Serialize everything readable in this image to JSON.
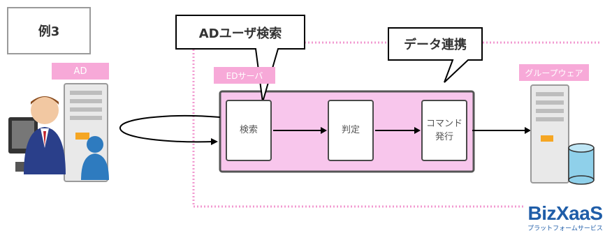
{
  "example_label": "例3",
  "callouts": {
    "ad_user_search": "ADユーザ検索",
    "data_integration": "データ連携"
  },
  "tags": {
    "ad": "AD",
    "ed_server": "EDサーバ",
    "groupware": "グループウェア"
  },
  "stages": {
    "search": "検索",
    "judge": "判定",
    "command_line1": "コマンド",
    "command_line2": "発行"
  },
  "logo": {
    "name": "BizXaaS",
    "tagline": "プラットフォームサービス"
  },
  "colors": {
    "pink_tag": "#f7a9d8",
    "pink_dotted": "#f29ad0",
    "process_fill": "#f8c6ec",
    "logo_blue": "#1f5da8"
  }
}
